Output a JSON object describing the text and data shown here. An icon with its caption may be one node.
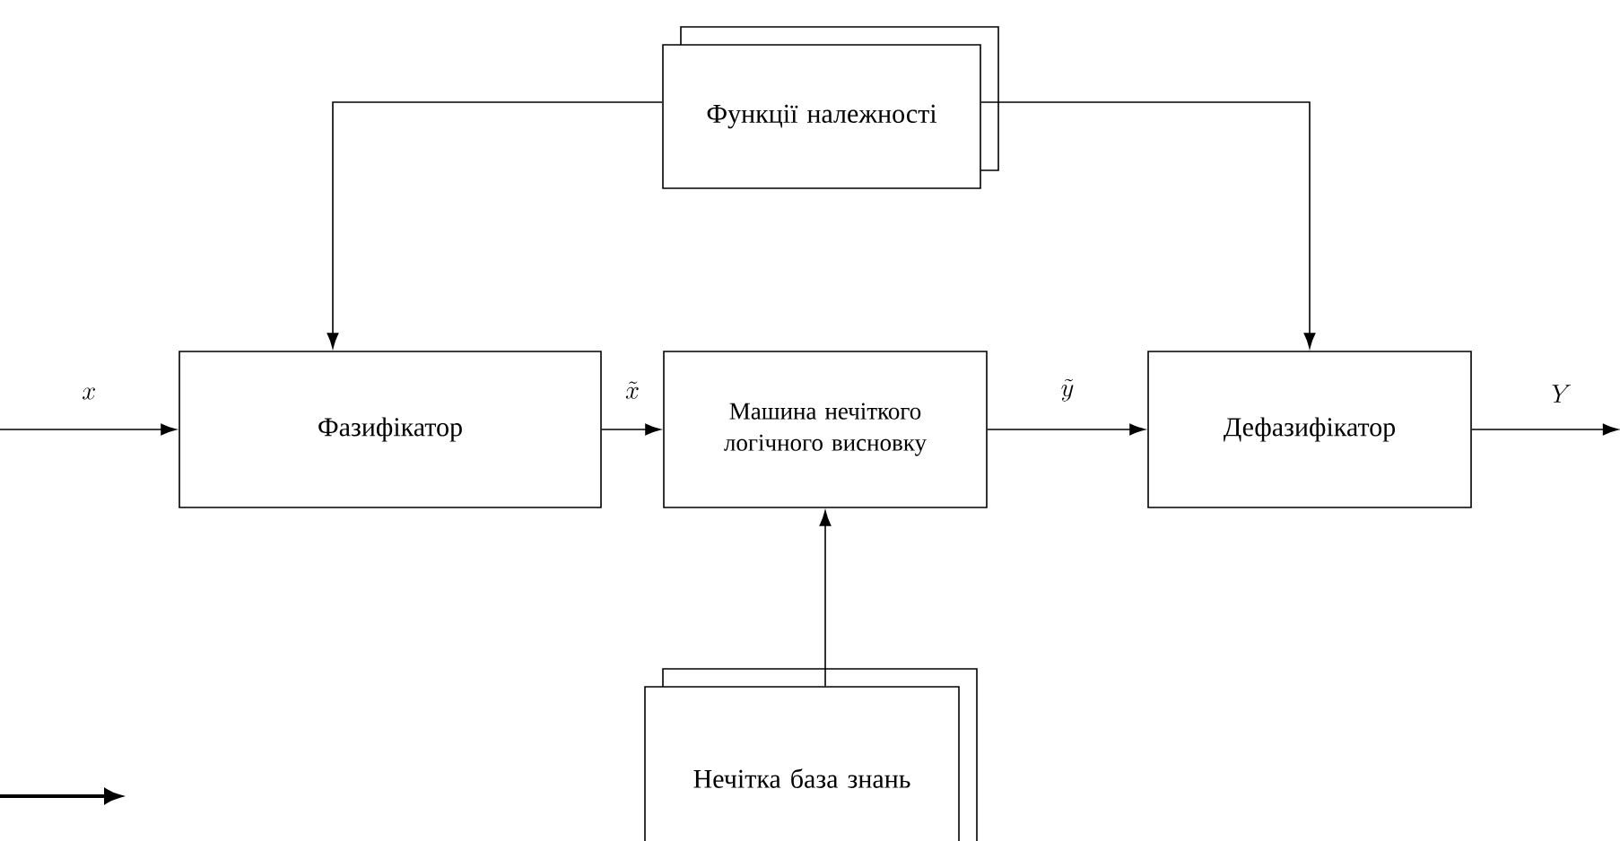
{
  "diagram": {
    "nodes": [
      {
        "text": [
          "Фазифікатор"
        ]
      },
      {
        "text": [
          "Машина нечіткого логічного висновку"
        ]
      },
      {
        "text": [
          "Дефазифікатор"
        ]
      },
      {
        "text": [
          "Функції належності"
        ]
      },
      {
        "text": [
          "Нечітка база знань"
        ]
      }
    ],
    "edges": [
      {
        "from": null,
        "to": 0,
        "arrow": "to",
        "label": "x"
      },
      {
        "from": 0,
        "to": 1,
        "arrow": "to",
        "label": "\\tilde{x}"
      },
      {
        "from": 1,
        "to": 2,
        "arrow": "to",
        "label": "\\tilde{y}"
      },
      {
        "from": 2,
        "to": null,
        "arrow": "to",
        "label": "Y"
      },
      {
        "from": 3,
        "to": 0,
        "arrow": "to"
      },
      {
        "from": 3,
        "to": 2,
        "arrow": "to"
      },
      {
        "from": 4,
        "to": 1,
        "arrow": "to"
      }
    ]
  }
}
